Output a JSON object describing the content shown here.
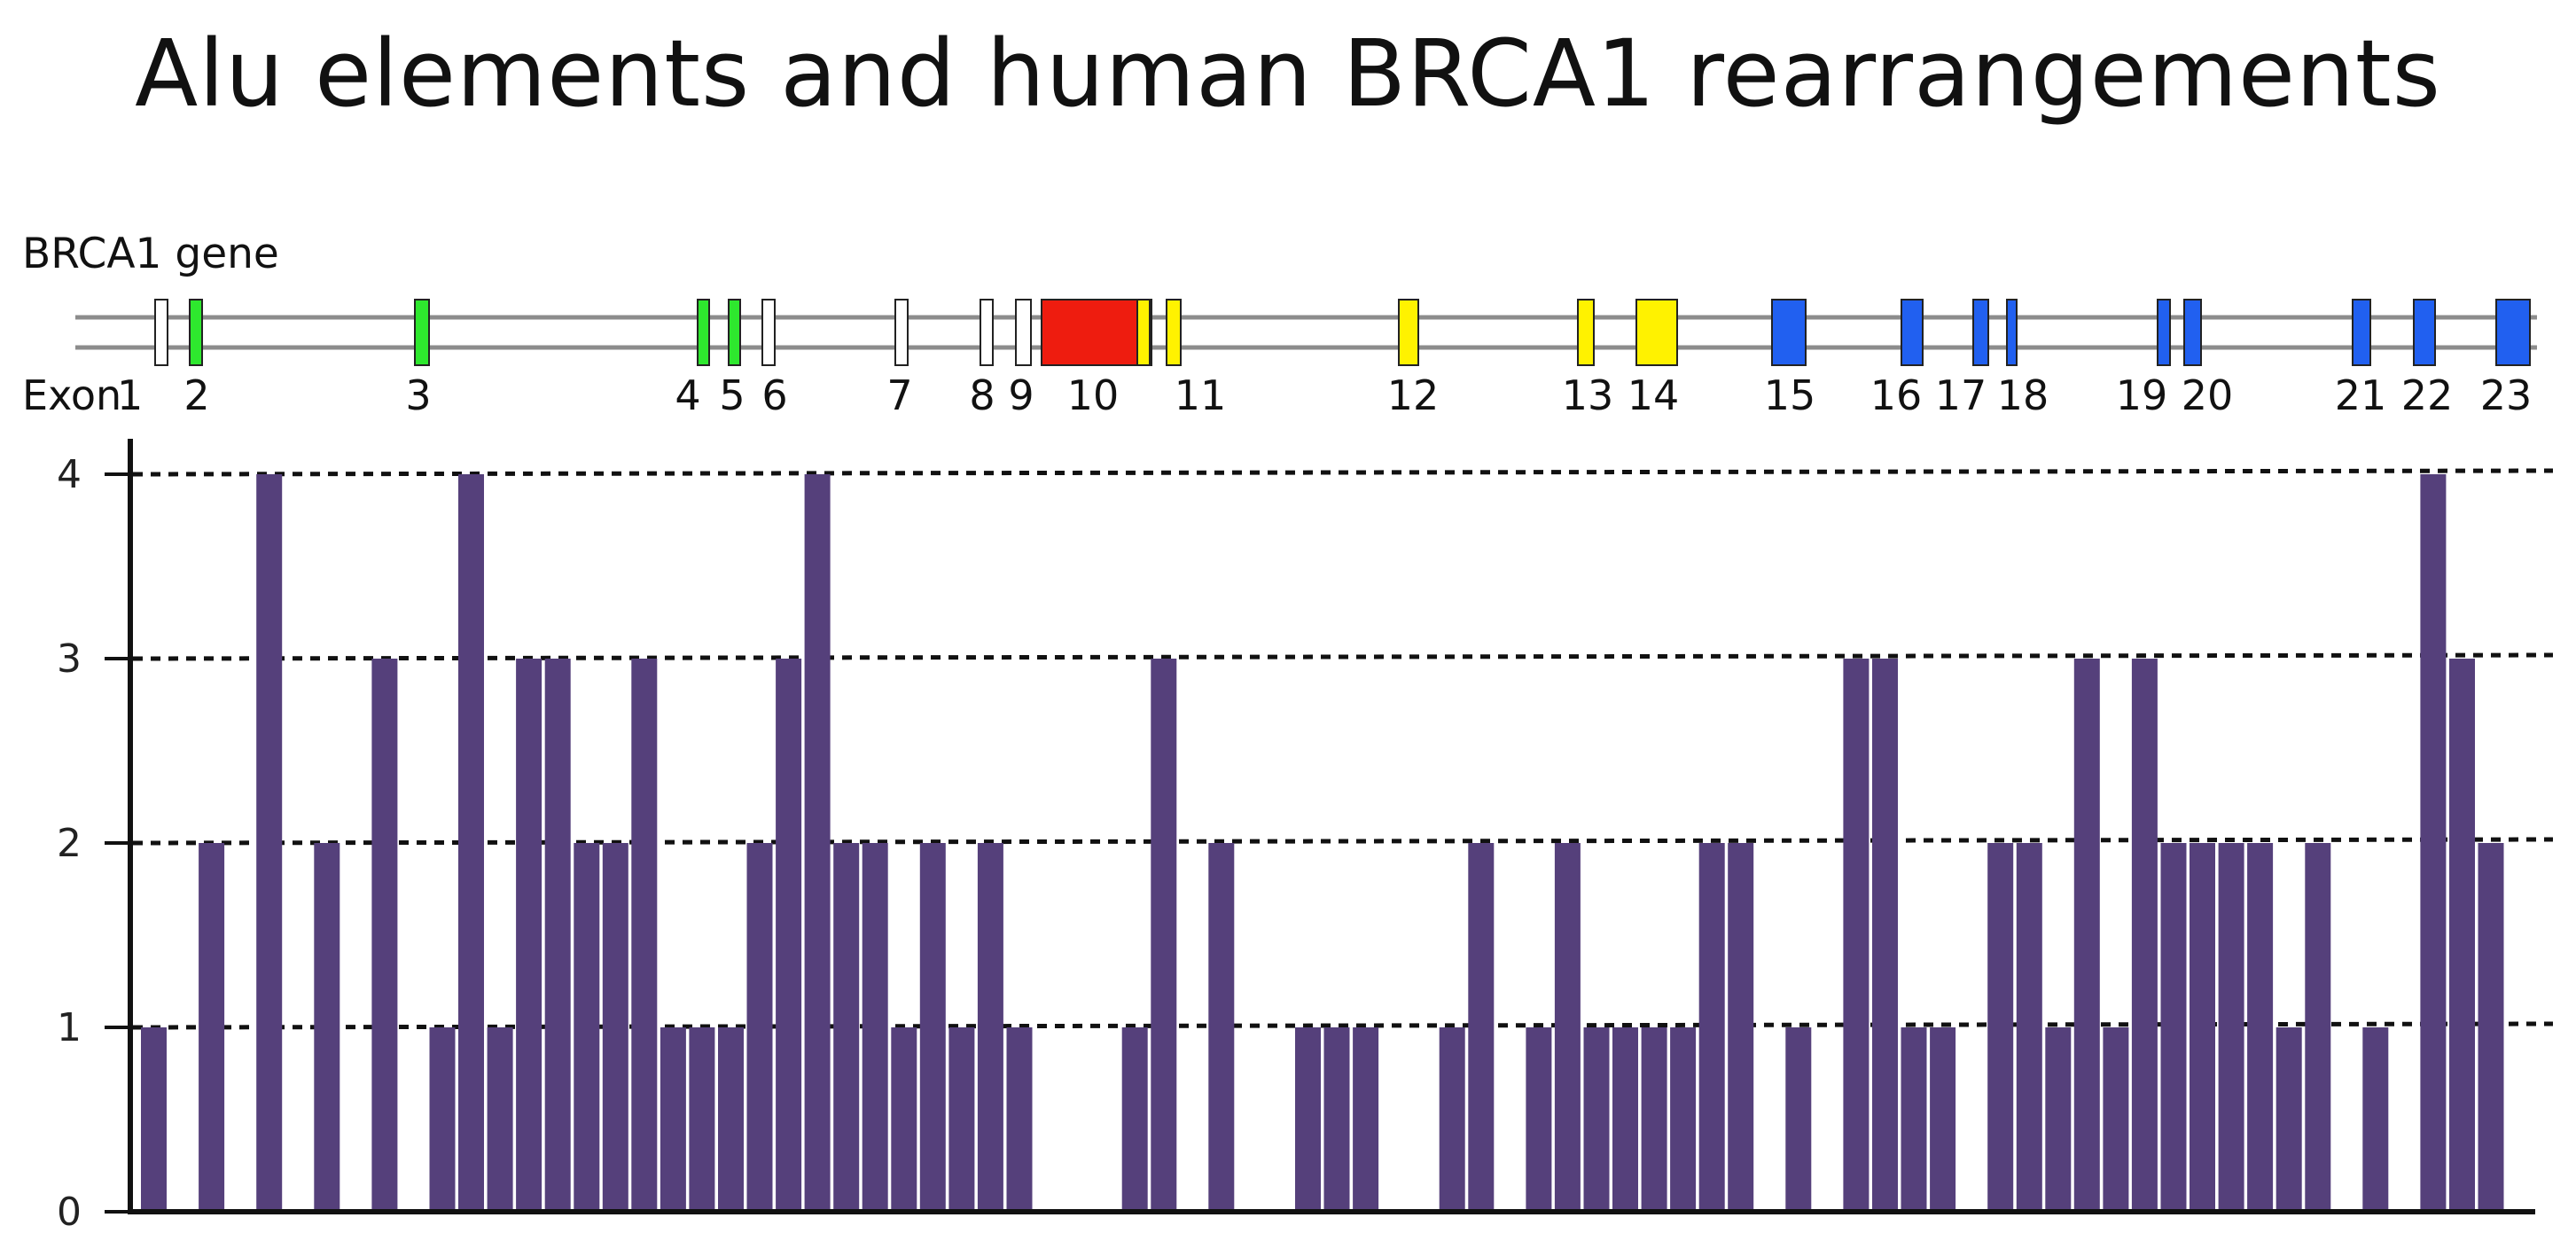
{
  "colors": {
    "bar": "#55407b",
    "exon_uncoded": "#ffffff",
    "exon_green": "#2ee82e",
    "exon_yellow": "#fff200",
    "exon_red": "#ee1c0f",
    "exon_blue": "#2160f0",
    "gene_line": "#8c8c8c",
    "axis": "#111111",
    "gridline": "#111111"
  },
  "gene_track": {
    "title": "BRCA1 gene",
    "exon_prefix": "Exon",
    "exons": [
      {
        "label": "1",
        "color": "exon_uncoded"
      },
      {
        "label": "2",
        "color": "exon_green"
      },
      {
        "label": "3",
        "color": "exon_green"
      },
      {
        "label": "4",
        "color": "exon_green"
      },
      {
        "label": "5",
        "color": "exon_green"
      },
      {
        "label": "6",
        "color": "exon_uncoded"
      },
      {
        "label": "7",
        "color": "exon_uncoded"
      },
      {
        "label": "8",
        "color": "exon_uncoded"
      },
      {
        "label": "9",
        "color": "exon_uncoded"
      },
      {
        "label": "10",
        "color": "exon_red"
      },
      {
        "label": "11",
        "color": "exon_yellow"
      },
      {
        "label": "12",
        "color": "exon_yellow"
      },
      {
        "label": "13",
        "color": "exon_yellow"
      },
      {
        "label": "14",
        "color": "exon_yellow"
      },
      {
        "label": "15",
        "color": "exon_blue"
      },
      {
        "label": "16",
        "color": "exon_blue"
      },
      {
        "label": "17",
        "color": "exon_blue"
      },
      {
        "label": "18",
        "color": "exon_blue"
      },
      {
        "label": "19",
        "color": "exon_blue"
      },
      {
        "label": "20",
        "color": "exon_blue"
      },
      {
        "label": "21",
        "color": "exon_blue"
      },
      {
        "label": "22",
        "color": "exon_blue"
      },
      {
        "label": "23",
        "color": "exon_blue"
      }
    ]
  },
  "chart_data": {
    "type": "bar",
    "title": "Alu elements and human BRCA1 rearrangements",
    "xlabel": "",
    "ylabel": "",
    "ylim": [
      0,
      4.2
    ],
    "yticks": [
      0,
      1,
      2,
      3,
      4
    ],
    "grid": "dashed horizontal lines at 1, 2, 3, 4",
    "legend": "none",
    "values": [
      1,
      0,
      2,
      0,
      4,
      0,
      2,
      0,
      3,
      0,
      1,
      4,
      1,
      3,
      3,
      2,
      2,
      3,
      1,
      1,
      1,
      2,
      3,
      4,
      2,
      2,
      1,
      2,
      1,
      2,
      1,
      0,
      0,
      0,
      1,
      3,
      0,
      2,
      0,
      0,
      1,
      1,
      1,
      0,
      0,
      1,
      2,
      0,
      1,
      2,
      1,
      1,
      1,
      1,
      2,
      2,
      0,
      1,
      0,
      3,
      3,
      1,
      1,
      0,
      2,
      2,
      1,
      3,
      1,
      3,
      2,
      2,
      2,
      2,
      1,
      2,
      0,
      1,
      0,
      4,
      3,
      2
    ]
  }
}
